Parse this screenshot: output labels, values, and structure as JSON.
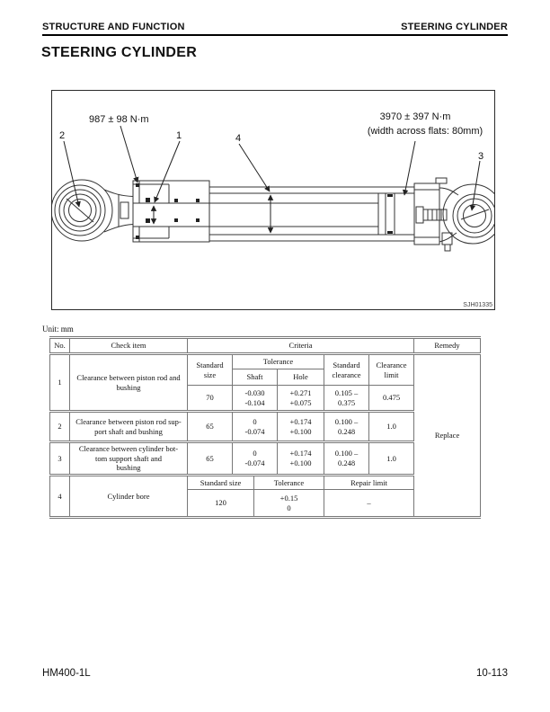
{
  "header": {
    "left": "STRUCTURE AND FUNCTION",
    "right": "STEERING CYLINDER"
  },
  "title": "STEERING CYLINDER",
  "diagram": {
    "torque_left": "987 ± 98 N·m",
    "torque_right_line1": "3970 ± 397 N·m",
    "torque_right_line2": "(width across flats: 80mm)",
    "callout_1": "1",
    "callout_2": "2",
    "callout_3": "3",
    "callout_4": "4",
    "figure_id": "SJH01335"
  },
  "unit_label": "Unit: mm",
  "table": {
    "headers": {
      "no": "No.",
      "check_item": "Check item",
      "criteria": "Criteria",
      "remedy": "Remedy",
      "standard_size": "Standard\nsize",
      "tolerance": "Tolerance",
      "shaft": "Shaft",
      "hole": "Hole",
      "standard_clearance": "Standard\nclearance",
      "clearance_limit": "Clearance\nlimit"
    },
    "rows": [
      {
        "no": "1",
        "item": "Clearance between piston rod and\nbushing",
        "standard_size": "70",
        "shaft": "-0.030\n-0.104",
        "hole": "+0.271\n+0.075",
        "standard_clearance": "0.105 –\n0.375",
        "clearance_limit": "0.475"
      },
      {
        "no": "2",
        "item": "Clearance between piston rod sup-\nport shaft and bushing",
        "standard_size": "65",
        "shaft": "0\n-0.074",
        "hole": "+0.174\n+0.100",
        "standard_clearance": "0.100 –\n0.248",
        "clearance_limit": "1.0"
      },
      {
        "no": "3",
        "item": "Clearance between cylinder bot-\ntom support shaft and\nbushing",
        "standard_size": "65",
        "shaft": "0\n-0.074",
        "hole": "+0.174\n+0.100",
        "standard_clearance": "0.100 –\n0.248",
        "clearance_limit": "1.0"
      }
    ],
    "row4": {
      "no": "4",
      "item": "Cylinder bore",
      "standard_size_header": "Standard size",
      "tolerance_header": "Tolerance",
      "repair_limit_header": "Repair limit",
      "standard_size": "120",
      "tolerance": "+0.15\n0",
      "repair_limit": "–"
    },
    "remedy_value": "Replace"
  },
  "footer": {
    "left": "HM400-1L",
    "right": "10-113"
  }
}
